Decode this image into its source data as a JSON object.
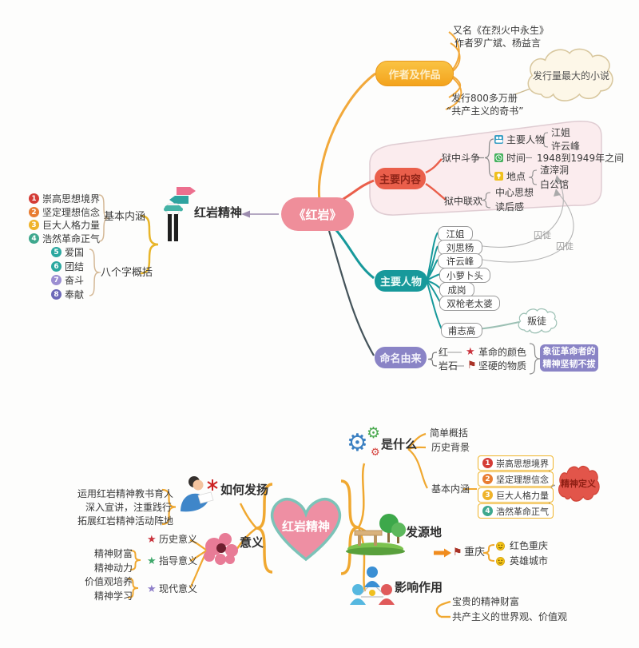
{
  "top_map": {
    "center_topic": "《红岩》",
    "spirit_title": "红岩精神",
    "connotation": {
      "label": "基本内涵",
      "items": [
        {
          "num": "1",
          "text": "崇高思想境界"
        },
        {
          "num": "2",
          "text": "坚定理想信念"
        },
        {
          "num": "3",
          "text": "巨大人格力量"
        },
        {
          "num": "4",
          "text": "浩然革命正气"
        }
      ]
    },
    "eight_words": {
      "label": "八个字概括",
      "items": [
        {
          "num": "5",
          "text": "爱国"
        },
        {
          "num": "6",
          "text": "团结"
        },
        {
          "num": "7",
          "text": "奋斗"
        },
        {
          "num": "8",
          "text": "奉献"
        }
      ]
    },
    "author_branch": {
      "label": "作者及作品",
      "alias": "又名《在烈火中永生》",
      "authors": "作者罗广斌、杨益言",
      "circulation": "发行800多万册",
      "nickname": "“共产主义的奇书”",
      "cloud_note": "发行量最大的小说"
    },
    "content_branch": {
      "label": "主要内容",
      "struggle": "狱中斗争",
      "gala": "狱中联欢",
      "people_label": "主要人物",
      "people": [
        "江姐",
        "许云峰"
      ],
      "time_label": "时间",
      "time_value": "1948到1949年之间",
      "place_label": "地点",
      "places": [
        "渣滓洞",
        "白公馆"
      ],
      "gala_children": [
        "中心思想",
        "读后感"
      ],
      "prisoner_label_1": "囚徒",
      "prisoner_label_2": "囚徒"
    },
    "characters_branch": {
      "label": "主要人物",
      "names": [
        "江姐",
        "刘思杨",
        "许云峰",
        "小萝卜头",
        "成岗",
        "双枪老太婆",
        "甫志高"
      ],
      "traitor_note": "叛徒"
    },
    "naming_branch": {
      "label": "命名由来",
      "red": "红",
      "red_meaning": "革命的颜色",
      "rock": "岩石",
      "rock_meaning": "坚硬的物质",
      "summary_line1": "象征革命者的",
      "summary_line2": "精神坚韧不拔"
    }
  },
  "bottom_map": {
    "center_topic": "红岩精神",
    "what_branch": {
      "label": "是什么",
      "children": [
        "简单概括",
        "历史背景"
      ],
      "connotation_label": "基本内涵",
      "connotation_items": [
        {
          "num": "1",
          "text": "崇高思想境界"
        },
        {
          "num": "2",
          "text": "坚定理想信念"
        },
        {
          "num": "3",
          "text": "巨大人格力量"
        },
        {
          "num": "4",
          "text": "浩然革命正气"
        }
      ],
      "cloud_note": "精神定义"
    },
    "how_branch": {
      "label": "如何发扬",
      "children": [
        "运用红岩精神教书育人",
        "深入宣讲，注重践行",
        "拓展红岩精神活动阵地"
      ]
    },
    "meaning_branch": {
      "label": "意义",
      "history": "历史意义",
      "guidance": "指导意义",
      "modern": "现代意义",
      "guidance_children": [
        "精神财富",
        "精神动力"
      ],
      "modern_children": [
        "价值观培养",
        "精神学习"
      ]
    },
    "origin_branch": {
      "label": "发源地",
      "city": "重庆",
      "children": [
        "红色重庆",
        "英雄城市"
      ]
    },
    "impact_branch": {
      "label": "影响作用",
      "children": [
        "宝贵的精神财富",
        "共产主义的世界观、价值观"
      ]
    }
  },
  "colors": {
    "center_pink": "#ef8e9a",
    "author_yellow": "#f6ac25",
    "content_red": "#ea5f4b",
    "characters_teal": "#17999b",
    "naming_purple": "#8a84c6",
    "branch_yellow": "#f0a830",
    "heart_pink": "#ee8fa3",
    "definition_cloud_red": "#e2554a",
    "num_colors": [
      "#d43c36",
      "#e87c31",
      "#efb32a",
      "#3fa88e"
    ],
    "eight_colors": [
      "#2ba8a0",
      "#2ba8a0",
      "#9b8ed1",
      "#6c68b8"
    ]
  }
}
